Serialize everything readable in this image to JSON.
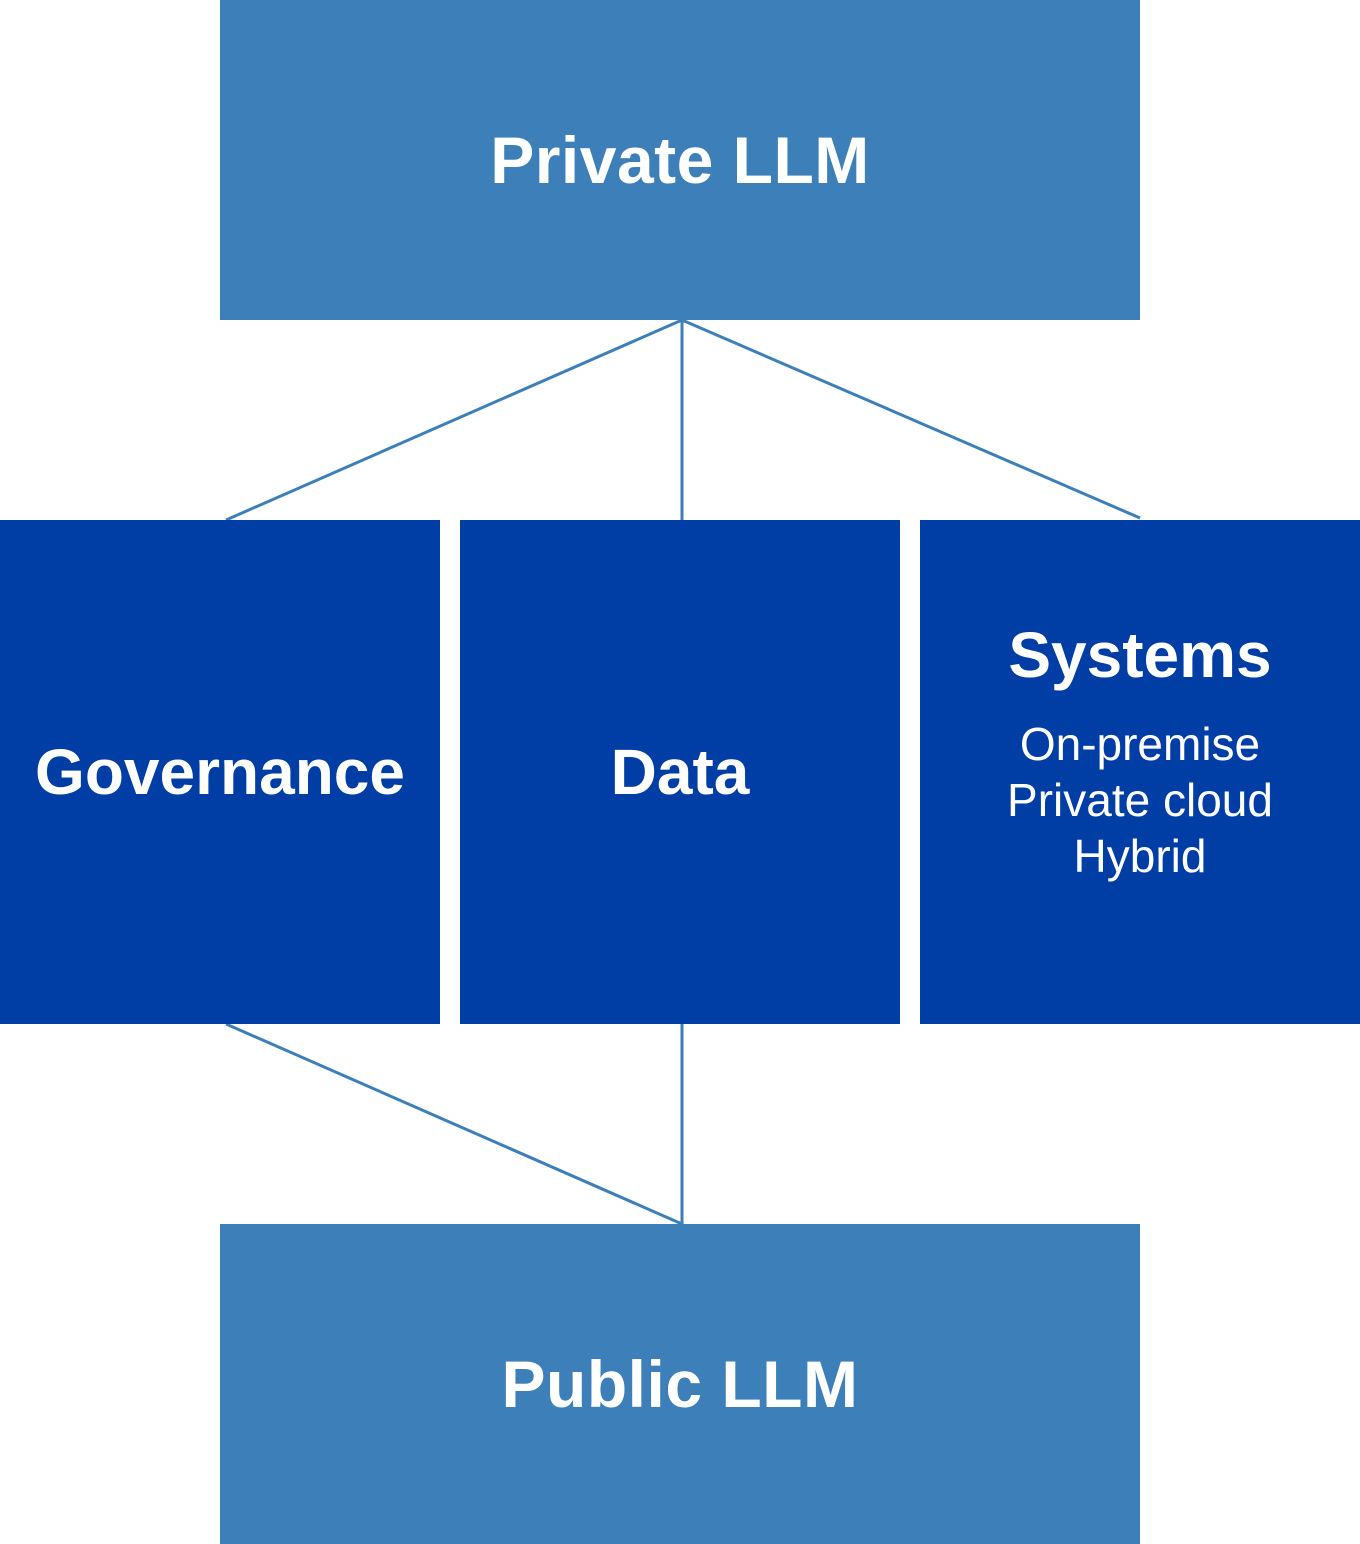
{
  "colors": {
    "outer_box": "#3d7fb8",
    "inner_box": "#003da5",
    "connector": "#3d7fb8",
    "text": "#ffffff"
  },
  "private": {
    "title": "Private LLM"
  },
  "public": {
    "title": "Public LLM"
  },
  "governance": {
    "title": "Governance"
  },
  "data": {
    "title": "Data"
  },
  "systems": {
    "title": "Systems",
    "items": [
      "On-premise",
      "Private cloud",
      "Hybrid"
    ]
  }
}
